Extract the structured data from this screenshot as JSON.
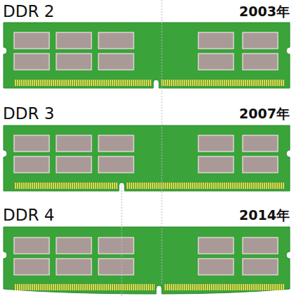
{
  "diagram": {
    "labels": [
      "DDR 2",
      "2003年",
      "DDR 3",
      "2007年",
      "DDR 4",
      "2014年"
    ]
  }
}
